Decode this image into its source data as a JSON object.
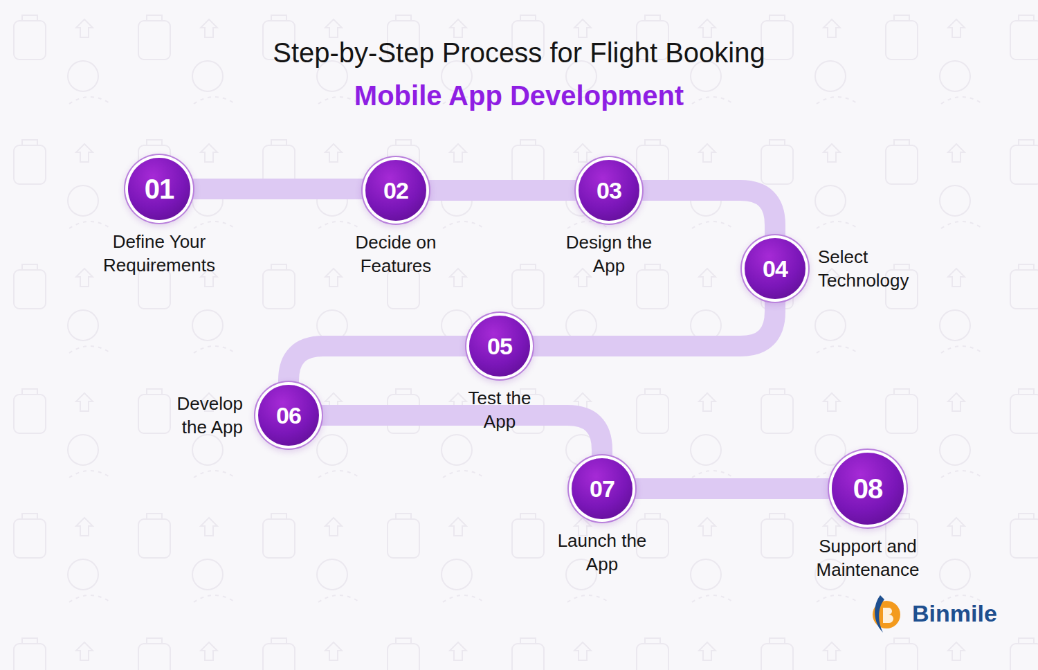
{
  "diagram": {
    "title": "Step-by-Step Process for Flight Booking",
    "nodes": [
      {
        "text": [
          "01",
          "Define Your Requirements"
        ]
      },
      {
        "text": [
          "02",
          "Decide on Features"
        ]
      },
      {
        "text": [
          "03",
          "Design the App"
        ]
      },
      {
        "text": [
          "04",
          "Select Technology"
        ]
      },
      {
        "text": [
          "05",
          "Test the App"
        ]
      },
      {
        "text": [
          "06",
          "Develop the App"
        ]
      },
      {
        "text": [
          "07",
          "Launch the App"
        ]
      },
      {
        "text": [
          "08",
          "Support and Maintenance"
        ]
      }
    ],
    "edges": [
      {
        "from": 0,
        "to": 1,
        "arrow": "none"
      },
      {
        "from": 1,
        "to": 2,
        "arrow": "none"
      },
      {
        "from": 2,
        "to": 3,
        "arrow": "none"
      },
      {
        "from": 3,
        "to": 4,
        "arrow": "none"
      },
      {
        "from": 4,
        "to": 5,
        "arrow": "none"
      },
      {
        "from": 5,
        "to": 6,
        "arrow": "none"
      },
      {
        "from": 6,
        "to": 7,
        "arrow": "none"
      }
    ],
    "labels": [
      "Mobile App Development",
      "Binmile"
    ]
  }
}
